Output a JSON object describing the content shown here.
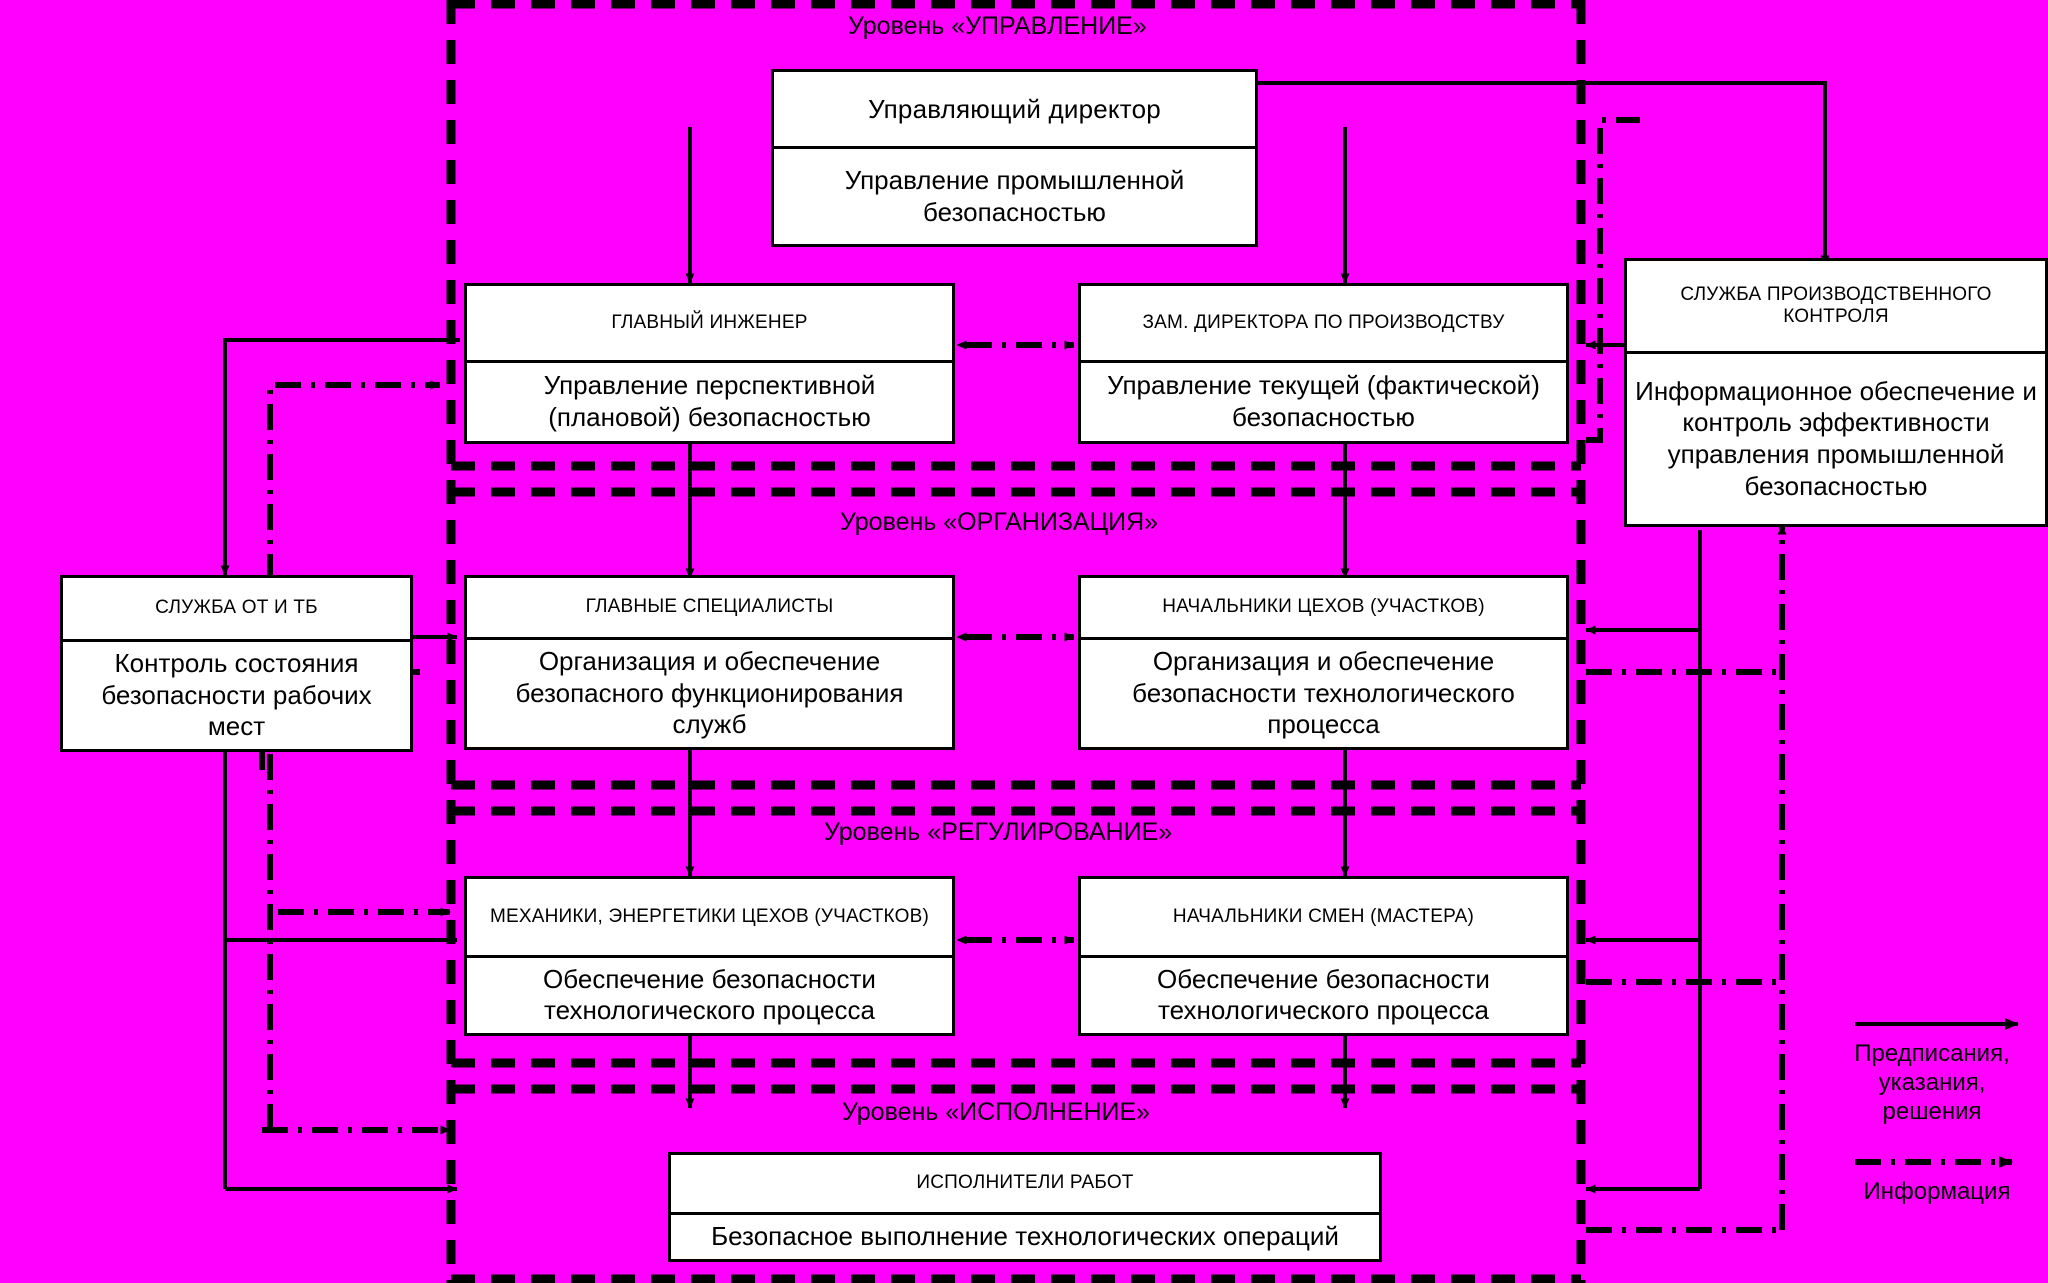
{
  "diagram": {
    "title_levels": {
      "management": "Уровень «УПРАВЛЕНИЕ»",
      "organization": "Уровень «ОРГАНИЗАЦИЯ»",
      "regulation": "Уровень «РЕГУЛИРОВАНИЕ»",
      "execution": "Уровень «ИСПОЛНЕНИЕ»"
    },
    "colors": {
      "background": "#FF00FF",
      "node_fill": "#FFFFFF",
      "line": "#000000"
    },
    "nodes": {
      "director": {
        "title": "Управляющий директор",
        "body": "Управление промышленной безопасностью"
      },
      "chief_engineer": {
        "title": "ГЛАВНЫЙ ИНЖЕНЕР",
        "body": "Управление перспективной (плановой) безопасностью"
      },
      "deputy_director": {
        "title": "ЗАМ. ДИРЕКТОРА ПО ПРОИЗВОДСТВУ",
        "body": "Управление текущей (фактической) безопасностью"
      },
      "production_control": {
        "title": "СЛУЖБА ПРОИЗВОДСТВЕННОГО КОНТРОЛЯ",
        "body": "Информационное обеспечение и контроль эффективности управления промышленной безопасностью"
      },
      "labor_safety": {
        "title": "СЛУЖБА ОТ И ТБ",
        "body": "Контроль состояния безопасности рабочих мест"
      },
      "chief_specialists": {
        "title": "ГЛАВНЫЕ СПЕЦИАЛИСТЫ",
        "body": "Организация и обеспечение безопасного функционирования служб"
      },
      "shop_heads": {
        "title": "НАЧАЛЬНИКИ ЦЕХОВ (УЧАСТКОВ)",
        "body": "Организация и обеспечение безопасности технологического процесса"
      },
      "mechanics": {
        "title": "МЕХАНИКИ, ЭНЕРГЕТИКИ ЦЕХОВ (УЧАСТКОВ)",
        "body": "Обеспечение безопасности технологического процесса"
      },
      "shift_heads": {
        "title": "НАЧАЛЬНИКИ СМЕН (МАСТЕРА)",
        "body": "Обеспечение безопасности технологического процесса"
      },
      "workers": {
        "title": "ИСПОЛНИТЕЛИ РАБОТ",
        "body": "Безопасное выполнение технологических операций"
      }
    },
    "legend": {
      "solid_label": "Предписания,\nуказания,\nрешения",
      "dashdot_label": "Информация"
    }
  }
}
